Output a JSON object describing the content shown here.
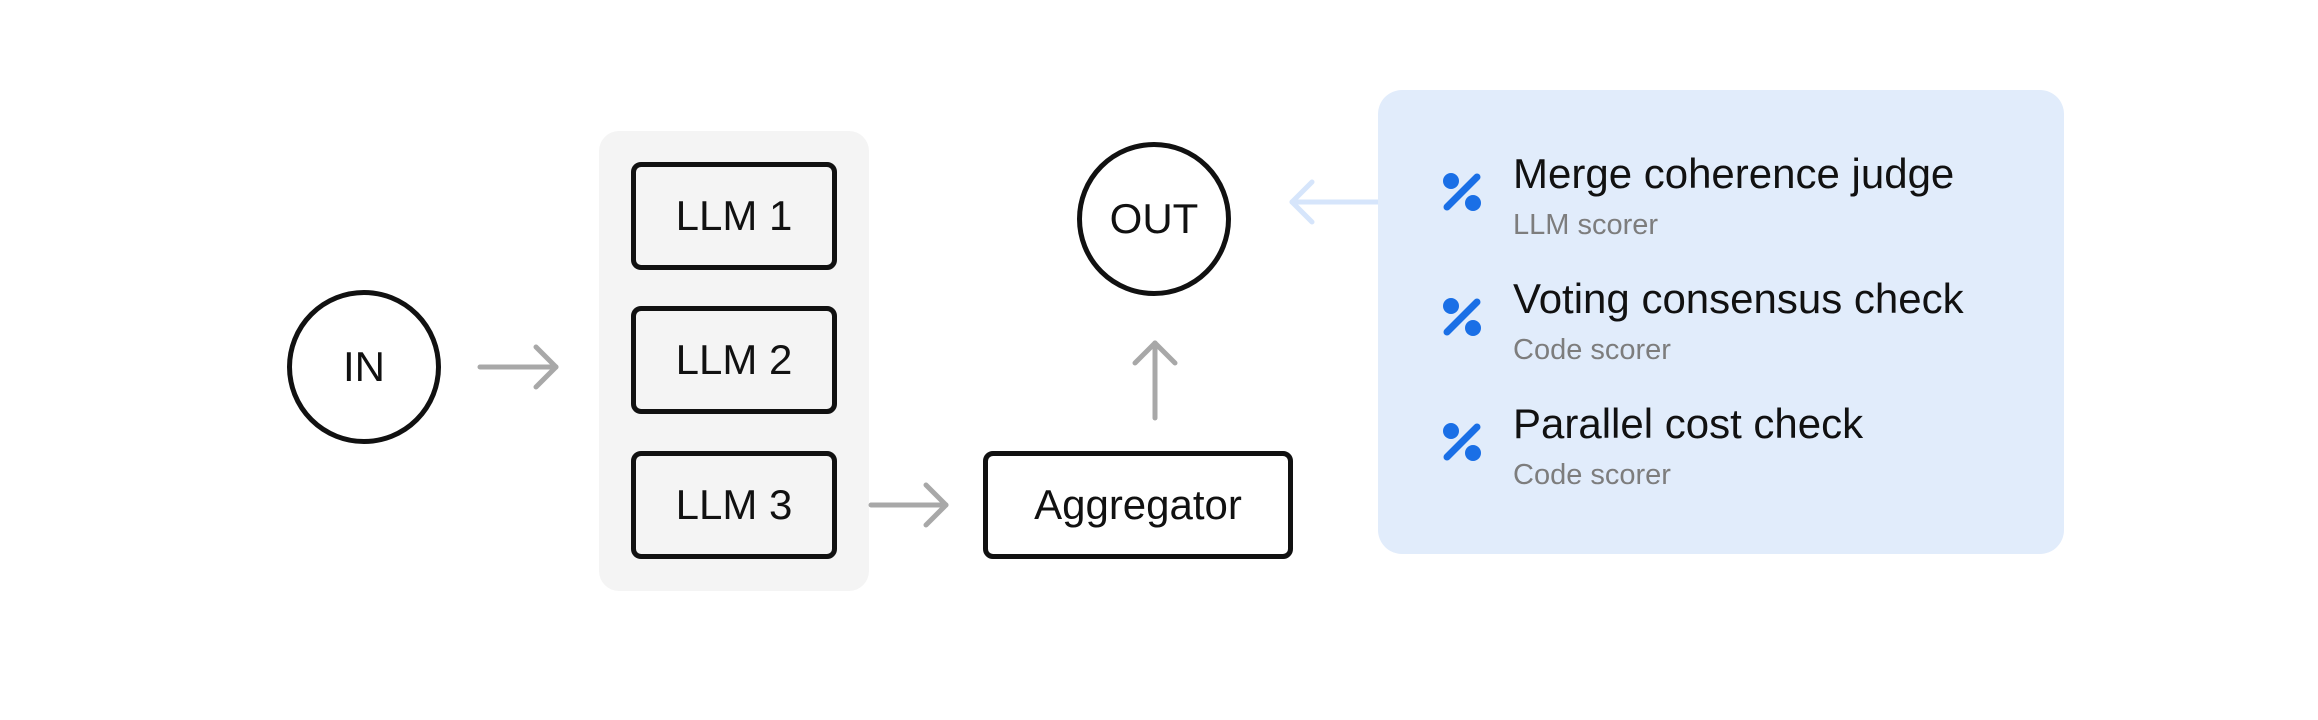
{
  "diagram": {
    "input_node": {
      "label": "IN"
    },
    "output_node": {
      "label": "OUT"
    },
    "llm_group": {
      "items": [
        {
          "label": "LLM 1"
        },
        {
          "label": "LLM 2"
        },
        {
          "label": "LLM 3"
        }
      ]
    },
    "aggregator": {
      "label": "Aggregator"
    },
    "scorers": [
      {
        "name": "Merge coherence judge",
        "type": "LLM scorer"
      },
      {
        "name": "Voting consensus check",
        "type": "Code scorer"
      },
      {
        "name": "Parallel cost check",
        "type": "Code scorer"
      }
    ]
  },
  "colors": {
    "stroke": "#111111",
    "arrow": "#a8a8a8",
    "arrow_light": "#d6e5fb",
    "llm_group_background": "#f4f4f4",
    "scorer_panel_background": "#e1ecfb",
    "scorer_icon": "#1a6fe6",
    "scorer_subtext": "#7d7d7d"
  },
  "icons": {
    "scorer": "percent-icon"
  }
}
